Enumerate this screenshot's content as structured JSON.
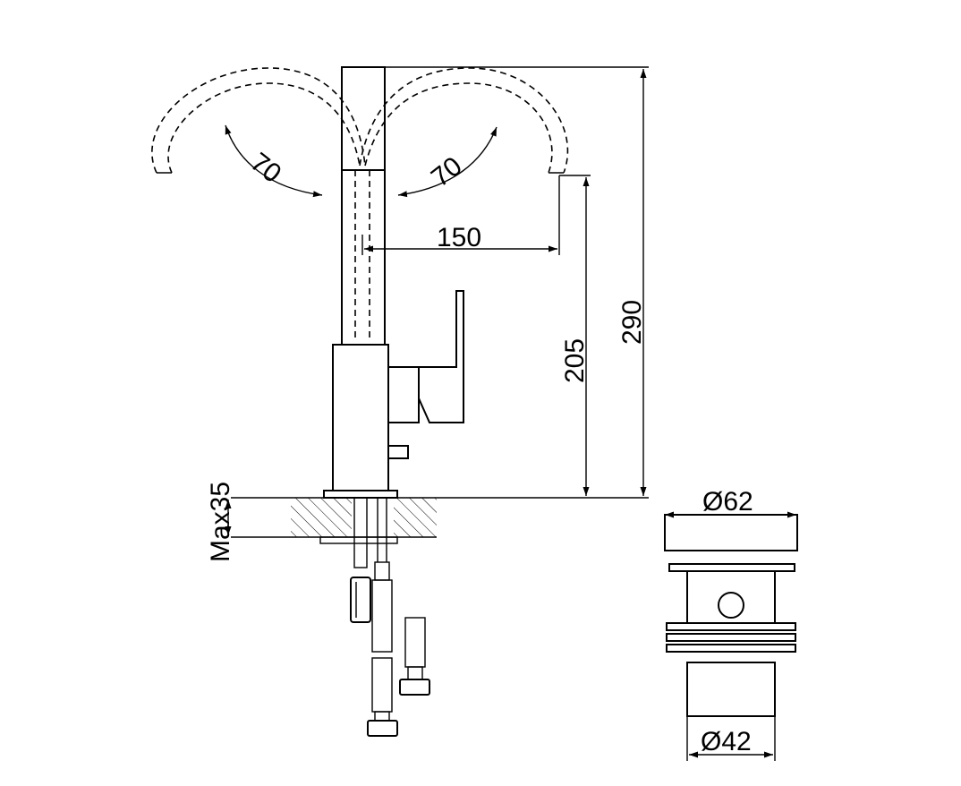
{
  "dimensions": {
    "swivel_left": "70",
    "swivel_right": "70",
    "reach": "150",
    "spout_height": "205",
    "total_height": "290",
    "max_deck": "Max35",
    "waste_top_diameter": "Ø62",
    "waste_thread_diameter": "Ø42"
  }
}
